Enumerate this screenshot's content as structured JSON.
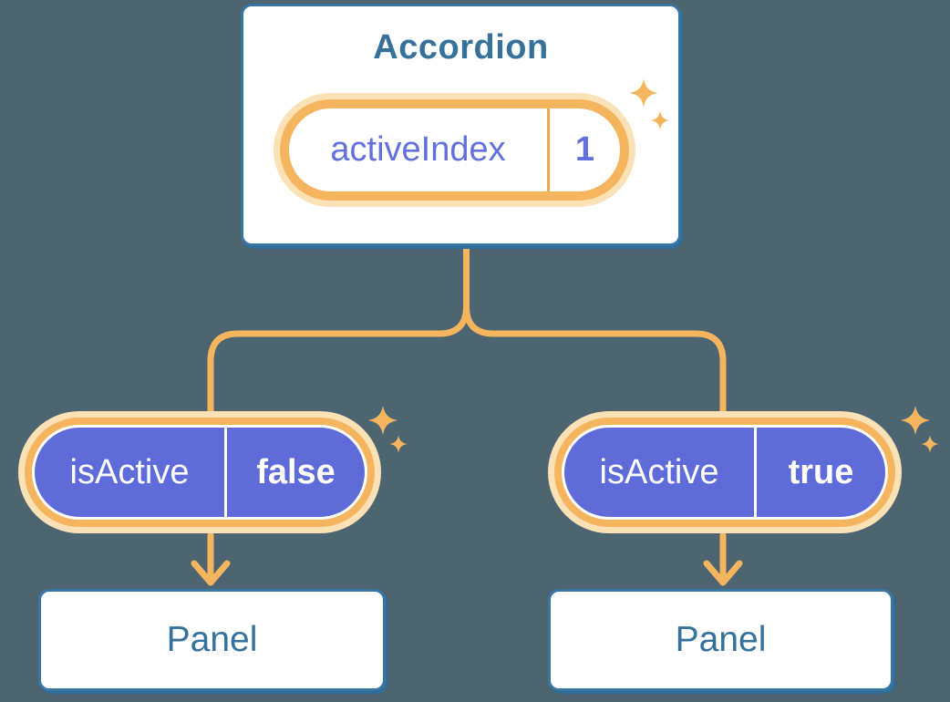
{
  "colors": {
    "bg": "#4D6570",
    "blueBorder": "#3876A6",
    "blueShadow": "#2E6D9C",
    "blueText": "#35719B",
    "orange": "#F5B55F",
    "orangeGlow": "#FBE1B6",
    "orangeDivider": "#F2A94E",
    "purple": "#5F6BD8",
    "purpleText": "#6270DC",
    "white": "#FFFFFF"
  },
  "diagram": {
    "accordion": {
      "title": "Accordion",
      "state": {
        "name": "activeIndex",
        "value": "1"
      }
    },
    "branches": [
      {
        "state": {
          "name": "isActive",
          "value": "false"
        },
        "panel": {
          "title": "Panel"
        }
      },
      {
        "state": {
          "name": "isActive",
          "value": "true"
        },
        "panel": {
          "title": "Panel"
        }
      }
    ],
    "icons": {
      "sparkle": "4-point-star"
    }
  }
}
